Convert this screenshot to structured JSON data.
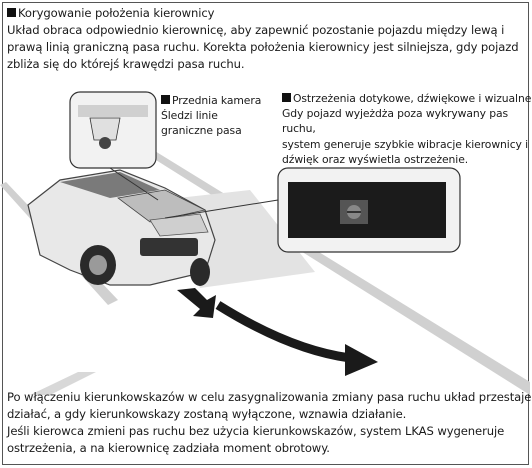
{
  "section1": {
    "heading": "Korygowanie położenia kierownicy",
    "lines": [
      "Układ obraca odpowiednio kierownicę, aby zapewnić pozostanie pojazdu między lewą i",
      "prawą linią graniczną pasa ruchu. Korekta położenia kierownicy jest silniejsza, gdy pojazd",
      "zbliża się do którejś krawędzi pasa ruchu."
    ]
  },
  "camera_label": {
    "heading": "Przednia kamera",
    "lines": [
      "Śledzi linie",
      "graniczne pasa"
    ]
  },
  "warnings": {
    "heading": "Ostrzeżenia dotykowe, dźwiękowe i wizualne",
    "lines": [
      "Gdy pojazd wyjeżdża poza wykrywany pas ruchu,",
      "system generuje szybkie wibracje kierownicy i",
      "dźwięk oraz wyświetla ostrzeżenie."
    ]
  },
  "bottom": {
    "lines": [
      "Po włączeniu kierunkowskazów w celu zasygnalizowania zmiany pasa ruchu układ przestaje",
      "działać, a gdy kierunkowskazy zostaną wyłączone, wznawia działanie.",
      "Jeśli kierowca zmieni pas ruchu bez użycia kierunkowskazów, system LKAS wygeneruje",
      "ostrzeżenia, a na kierownicę zadziała moment obrotowy."
    ]
  },
  "colors": {
    "road": "#d2d2d2",
    "arrow": "#1a1a1a",
    "display_bg": "#1b1b1b"
  }
}
